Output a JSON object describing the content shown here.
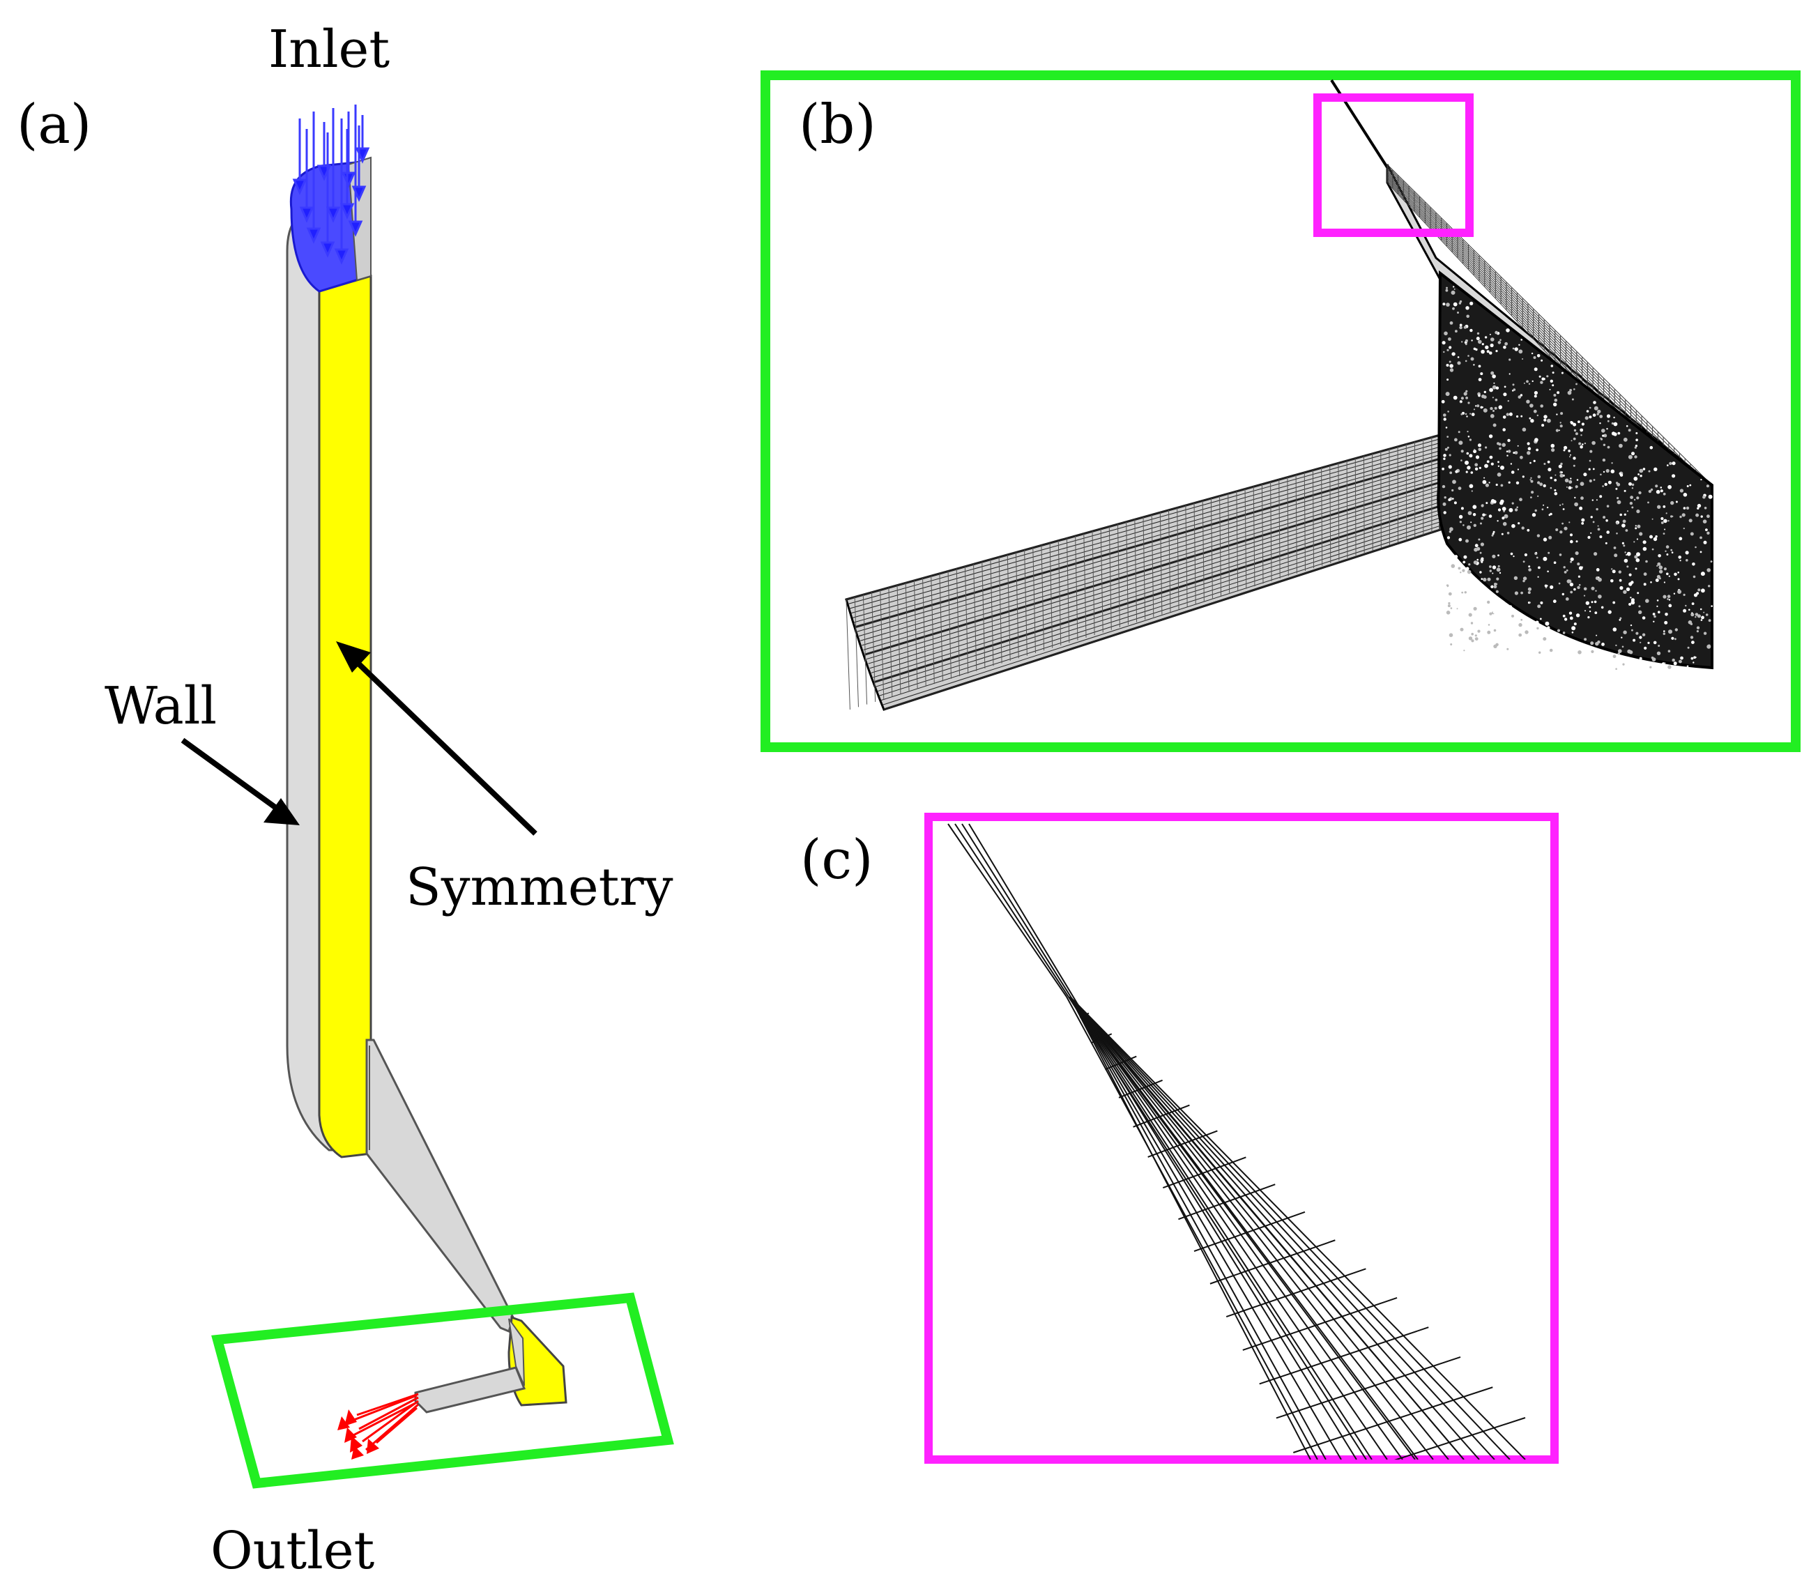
{
  "panels": {
    "a": {
      "letter": "(a)"
    },
    "b": {
      "letter": "(b)"
    },
    "c": {
      "letter": "(c)"
    }
  },
  "annotations": {
    "inlet": "Inlet",
    "outlet": "Outlet",
    "wall": "Wall",
    "symmetry": "Symmetry"
  },
  "colors": {
    "inlet_arrows": "#3333ff",
    "outlet_arrows": "#ff0000",
    "symmetry_face": "#ffff00",
    "wall_face": "#dcdcdc",
    "zoom_box_b": "#22ee22",
    "zoom_box_c": "#ff22ff",
    "mesh": "#111111"
  }
}
